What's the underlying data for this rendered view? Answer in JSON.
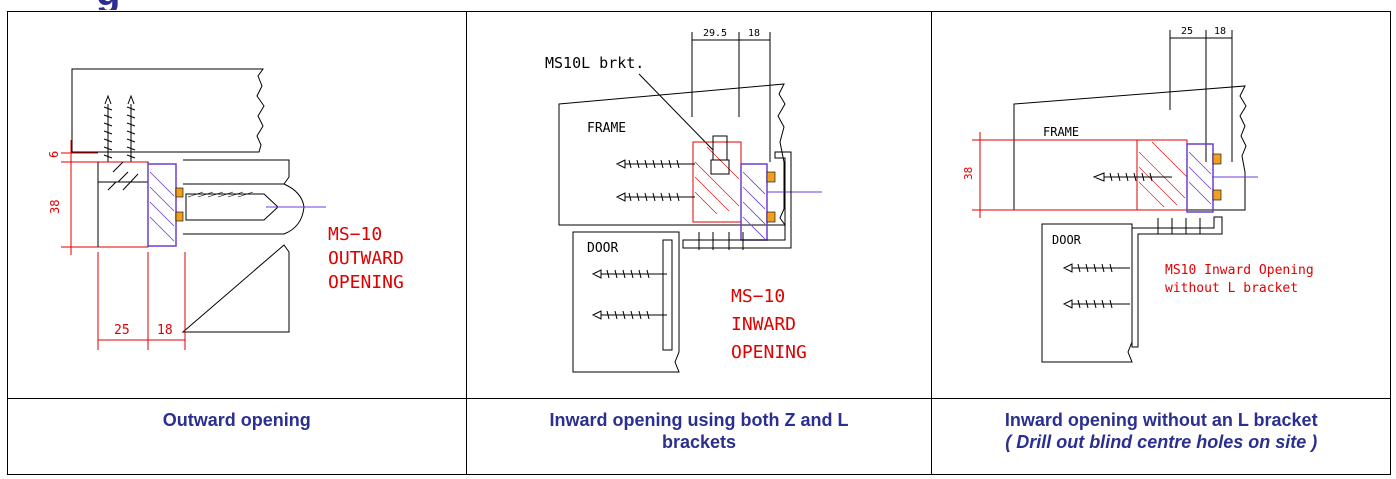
{
  "page_title_fragment": "g",
  "panels": [
    {
      "caption": "Outward opening",
      "drawing": {
        "model_label": [
          "MS−10",
          "OUTWARD",
          "OPENING"
        ],
        "dims": {
          "top_gap": "6",
          "height": "38",
          "width_a": "25",
          "width_b": "18"
        }
      }
    },
    {
      "caption": "Inward opening using both Z and L brackets",
      "drawing": {
        "callout": "MS10L brkt.",
        "frame_label": "FRAME",
        "door_label": "DOOR",
        "model_label": [
          "MS−10",
          "INWARD",
          "OPENING"
        ],
        "dims": {
          "width_a": "29.5",
          "width_b": "18"
        }
      }
    },
    {
      "caption": "Inward opening without an L bracket",
      "caption_note": "( Drill out blind centre holes on site )",
      "drawing": {
        "frame_label": "FRAME",
        "door_label": "DOOR",
        "model_label": [
          "MS10 Inward Opening",
          "without L bracket"
        ],
        "dims": {
          "height": "38",
          "width_a": "25",
          "width_b": "18"
        }
      }
    }
  ],
  "colors": {
    "caption_text": "#2b2f8f",
    "drawing_red": "#e00000",
    "drawing_purple": "#6b3fd0",
    "drawing_orange": "#f0a020"
  }
}
